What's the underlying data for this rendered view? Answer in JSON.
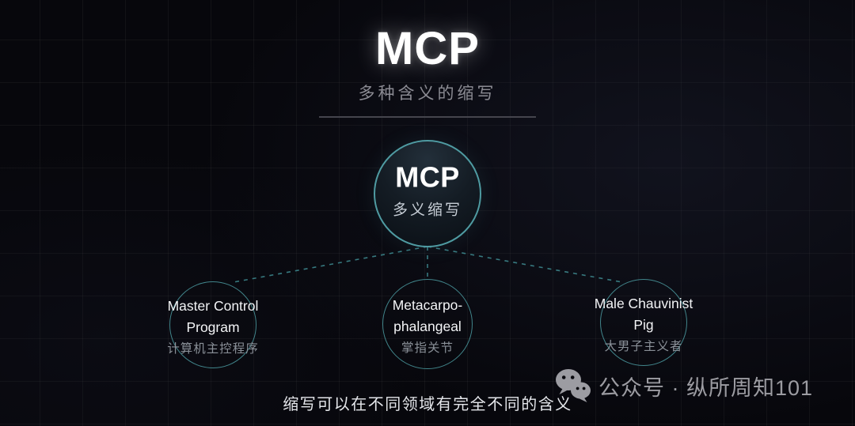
{
  "page": {
    "title": "MCP",
    "subtitle": "多种含义的缩写",
    "caption": "缩写可以在不同领域有完全不同的含义"
  },
  "diagram": {
    "root": {
      "title": "MCP",
      "subtitle": "多义缩写"
    },
    "children": [
      {
        "line1": "Master Control",
        "line2": "Program",
        "zh": "计算机主控程序"
      },
      {
        "line1": "Metacarpo-",
        "line2": "phalangeal",
        "zh": "掌指关节"
      },
      {
        "line1": "Male Chauvinist",
        "line2": "Pig",
        "zh": "大男子主义者"
      }
    ]
  },
  "watermark": {
    "icon": "wechat-icon",
    "text": "公众号 · 纵所周知101"
  },
  "colors": {
    "background": "#07070c",
    "accent_teal": "#4f9ba2",
    "title_white": "#ffffff",
    "muted_gray": "#8b8b93",
    "watermark_gray": "#9c9ca2"
  }
}
